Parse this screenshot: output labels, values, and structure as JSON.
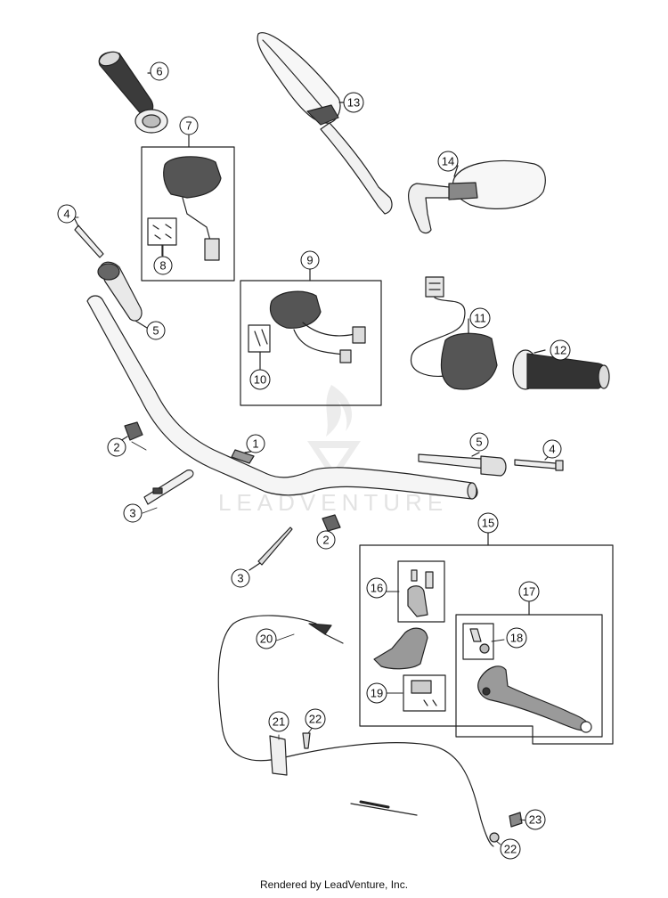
{
  "watermark": {
    "text": "LEADVENTURE"
  },
  "footer": {
    "text": "Rendered by LeadVenture, Inc."
  },
  "callouts": [
    {
      "id": "c1",
      "label": "1"
    },
    {
      "id": "c2a",
      "label": "2"
    },
    {
      "id": "c2b",
      "label": "2"
    },
    {
      "id": "c3a",
      "label": "3"
    },
    {
      "id": "c3b",
      "label": "3"
    },
    {
      "id": "c4a",
      "label": "4"
    },
    {
      "id": "c4b",
      "label": "4"
    },
    {
      "id": "c5a",
      "label": "5"
    },
    {
      "id": "c5b",
      "label": "5"
    },
    {
      "id": "c6",
      "label": "6"
    },
    {
      "id": "c7",
      "label": "7"
    },
    {
      "id": "c8",
      "label": "8"
    },
    {
      "id": "c9",
      "label": "9"
    },
    {
      "id": "c10",
      "label": "10"
    },
    {
      "id": "c11",
      "label": "11"
    },
    {
      "id": "c12",
      "label": "12"
    },
    {
      "id": "c13",
      "label": "13"
    },
    {
      "id": "c14",
      "label": "14"
    },
    {
      "id": "c15",
      "label": "15"
    },
    {
      "id": "c16",
      "label": "16"
    },
    {
      "id": "c17",
      "label": "17"
    },
    {
      "id": "c18",
      "label": "18"
    },
    {
      "id": "c19",
      "label": "19"
    },
    {
      "id": "c20",
      "label": "20"
    },
    {
      "id": "c21",
      "label": "21"
    },
    {
      "id": "c22a",
      "label": "22"
    },
    {
      "id": "c22b",
      "label": "22"
    },
    {
      "id": "c23",
      "label": "23"
    }
  ]
}
